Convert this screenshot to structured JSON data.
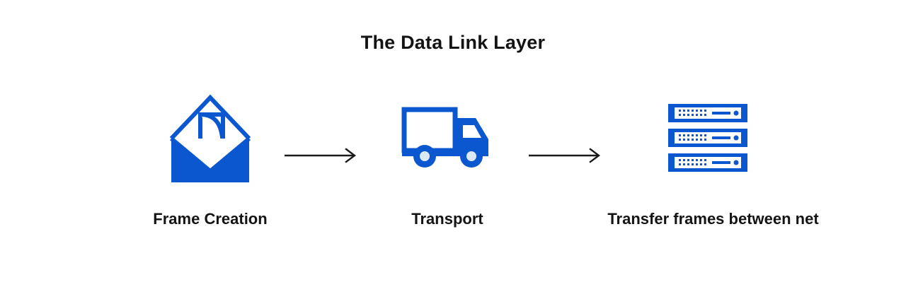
{
  "diagram": {
    "title": "The Data Link Layer",
    "background": "#ffffff",
    "accent_color": "#0B57D0",
    "text_color": "#141414",
    "arrow_color": "#1a1a1a",
    "type": "process-flow",
    "stages": [
      {
        "label": "Frame Creation",
        "icon": "open-envelope-icon",
        "icon_color": "#0B57D0"
      },
      {
        "label": "Transport",
        "icon": "delivery-truck-icon",
        "icon_color": "#0B57D0"
      },
      {
        "label": "Transfer frames between net",
        "icon": "server-stack-icon",
        "icon_color": "#0B57D0"
      }
    ],
    "connectors": [
      {
        "icon": "arrow-right-icon",
        "from": "Frame Creation",
        "to": "Transport"
      },
      {
        "icon": "arrow-right-icon",
        "from": "Transport",
        "to": "Transfer frames between net"
      }
    ]
  }
}
